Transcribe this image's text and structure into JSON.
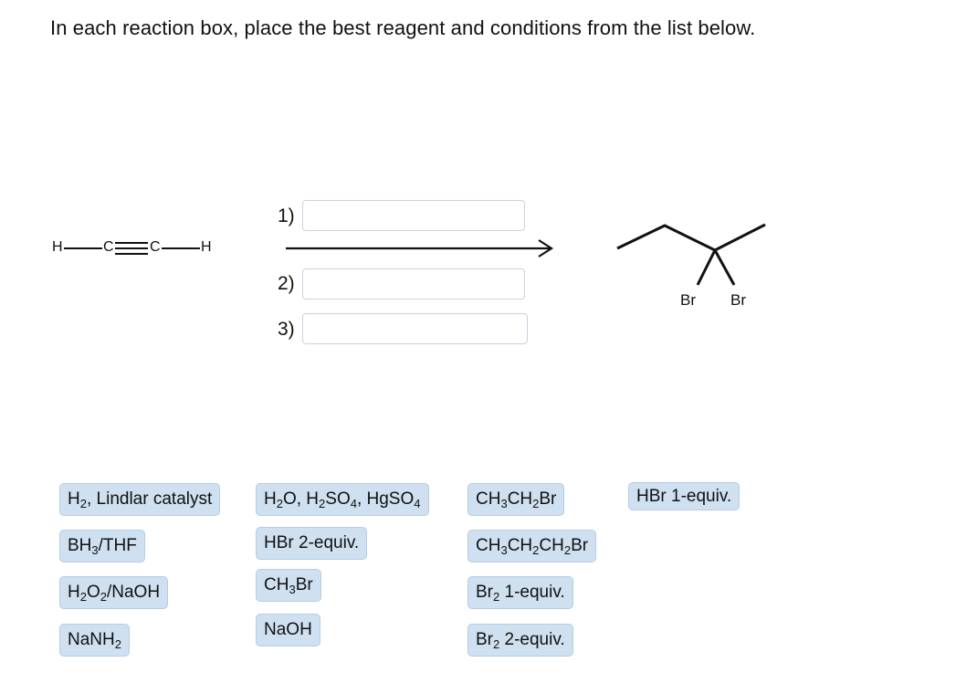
{
  "instructions": "In each reaction box, place the best reagent and conditions from the list below.",
  "reactant": {
    "atoms": [
      "H",
      "C",
      "C",
      "H"
    ]
  },
  "steps": [
    {
      "label": "1)",
      "value": ""
    },
    {
      "label": "2)",
      "value": ""
    },
    {
      "label": "3)",
      "value": ""
    }
  ],
  "product": {
    "substituents": [
      "Br",
      "Br"
    ]
  },
  "reagent_bank": [
    {
      "id": "h2-lindlar",
      "parts": [
        "H",
        "_2",
        ", Lindlar catalyst"
      ]
    },
    {
      "id": "bh3-thf",
      "parts": [
        "BH",
        "_3",
        "/THF"
      ]
    },
    {
      "id": "h2o2-naoh",
      "parts": [
        "H",
        "_2",
        "O",
        "_2",
        "/NaOH"
      ]
    },
    {
      "id": "nanh2",
      "parts": [
        "NaNH",
        "_2"
      ]
    },
    {
      "id": "h2o-h2so4-hgso4",
      "parts": [
        "H",
        "_2",
        "O, H",
        "_2",
        "SO",
        "_4",
        ", HgSO",
        "_4"
      ]
    },
    {
      "id": "hbr-2equiv",
      "parts": [
        "HBr 2-equiv."
      ]
    },
    {
      "id": "ch3br",
      "parts": [
        "CH",
        "_3",
        "Br"
      ]
    },
    {
      "id": "naoh",
      "parts": [
        "NaOH"
      ]
    },
    {
      "id": "ch3ch2br",
      "parts": [
        "CH",
        "_3",
        "CH",
        "_2",
        "Br"
      ]
    },
    {
      "id": "ch3ch2ch2br",
      "parts": [
        "CH",
        "_3",
        "CH",
        "_2",
        "CH",
        "_2",
        "Br"
      ]
    },
    {
      "id": "br2-1equiv",
      "parts": [
        "Br",
        "_2",
        " 1-equiv."
      ]
    },
    {
      "id": "br2-2equiv",
      "parts": [
        "Br",
        "_2",
        " 2-equiv."
      ]
    },
    {
      "id": "hbr-1equiv",
      "parts": [
        "HBr 1-equiv."
      ]
    }
  ]
}
